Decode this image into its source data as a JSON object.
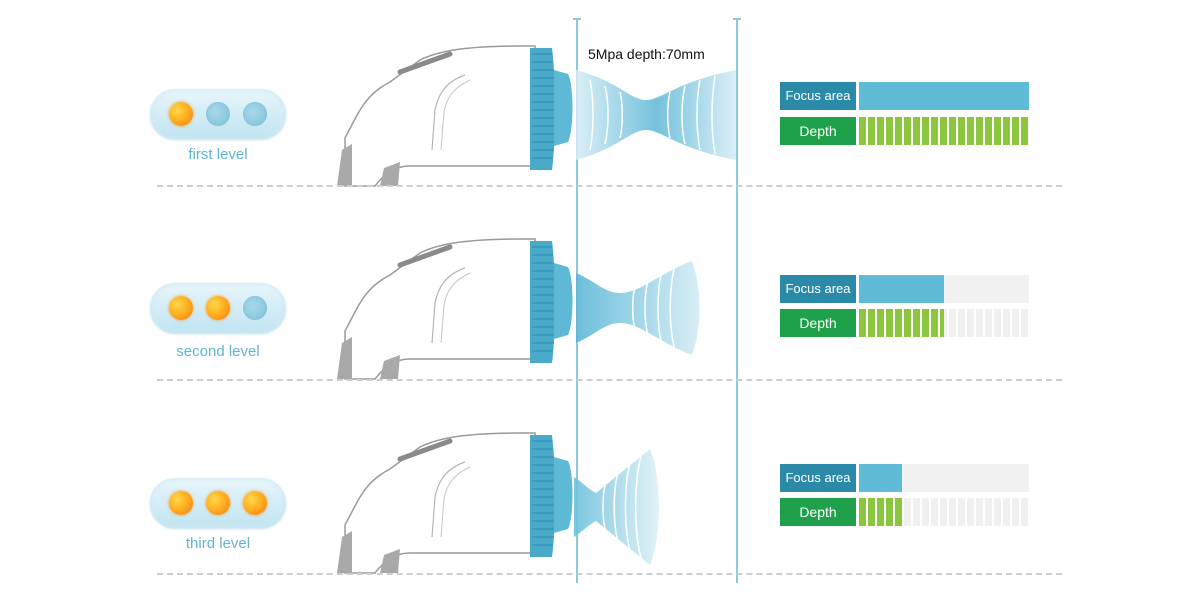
{
  "spec_label": "5Mpa depth:70mm",
  "labels": {
    "focus": "Focus area",
    "depth": "Depth"
  },
  "levels": [
    {
      "name": "first level",
      "dots_on": 1,
      "dots_total": 3,
      "focus_fraction": 1.0,
      "depth_fraction": 1.0
    },
    {
      "name": "second level",
      "dots_on": 2,
      "dots_total": 3,
      "focus_fraction": 0.5,
      "depth_fraction": 0.5
    },
    {
      "name": "third level",
      "dots_on": 3,
      "dots_total": 3,
      "focus_fraction": 0.25,
      "depth_fraction": 0.25
    }
  ],
  "colors": {
    "accent": "#5fbbd6",
    "focus_label": "#2a8aa8",
    "depth_label": "#1fa04a",
    "depth_fill": "#8cc63f",
    "led_on": "#f5a030",
    "led_off": "#7cc0d8"
  }
}
